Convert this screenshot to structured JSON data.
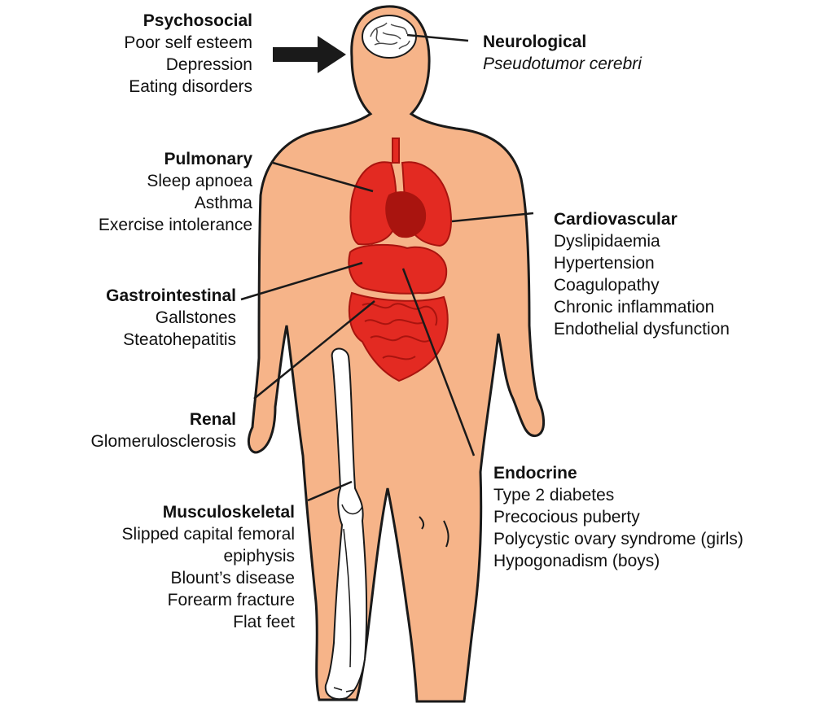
{
  "colors": {
    "skin": "#f6b489",
    "outline": "#1a1a1a",
    "organ": "#e32a22",
    "organ_dark": "#a9140f",
    "bone": "#ffffff",
    "text": "#111111"
  },
  "labels": {
    "psychosocial": {
      "heading": "Psychosocial",
      "items": [
        "Poor self esteem",
        "Depression",
        "Eating disorders"
      ]
    },
    "neurological": {
      "heading": "Neurological",
      "items": [
        "Pseudotumor cerebri"
      ]
    },
    "pulmonary": {
      "heading": "Pulmonary",
      "items": [
        "Sleep apnoea",
        "Asthma",
        "Exercise intolerance"
      ]
    },
    "cardiovascular": {
      "heading": "Cardiovascular",
      "items": [
        "Dyslipidaemia",
        "Hypertension",
        "Coagulopathy",
        "Chronic inflammation",
        "Endothelial dysfunction"
      ]
    },
    "gastrointestinal": {
      "heading": "Gastrointestinal",
      "items": [
        "Gallstones",
        "Steatohepatitis"
      ]
    },
    "renal": {
      "heading": "Renal",
      "items": [
        "Glomerulosclerosis"
      ]
    },
    "endocrine": {
      "heading": "Endocrine",
      "items": [
        "Type 2 diabetes",
        "Precocious puberty",
        "Polycystic ovary syndrome (girls)",
        "Hypogonadism (boys)"
      ]
    },
    "musculoskeletal": {
      "heading": "Musculoskeletal",
      "items": [
        "Slipped capital femoral",
        "epiphysis",
        "Blount’s disease",
        "Forearm fracture",
        "Flat feet"
      ]
    }
  }
}
